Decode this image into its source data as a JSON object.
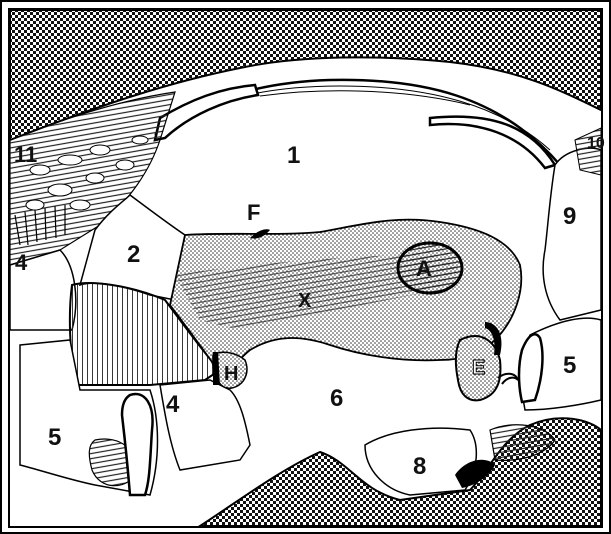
{
  "diagram": {
    "labels": {
      "n1": "1",
      "n2": "2",
      "n4_left": "4",
      "n4_mid": "4",
      "n5_left": "5",
      "n5_right": "5",
      "n6": "6",
      "n8": "8",
      "n9": "9",
      "n10": "10",
      "n11": "11",
      "A": "A",
      "E": "E",
      "F": "F",
      "H": "H",
      "X": "X"
    }
  }
}
